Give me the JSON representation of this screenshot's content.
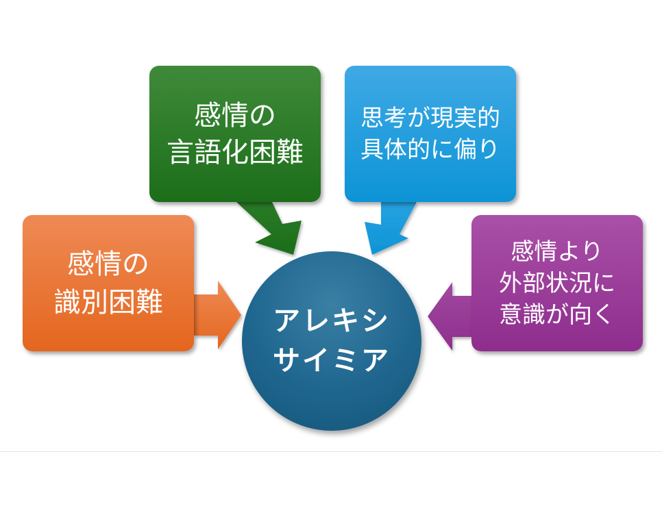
{
  "center": {
    "label": "アレキシ\nサイミア",
    "color": "#1f668f"
  },
  "boxes": {
    "orange": {
      "label": "感情の\n識別困難",
      "color": "#e4661e"
    },
    "green": {
      "label": "感情の\n言語化困難",
      "color": "#1c6e1a"
    },
    "blue": {
      "label": "思考が現実的\n具体的に偏り",
      "color": "#0d94d6"
    },
    "purple": {
      "label": "感情より\n外部状況に\n意識が向く",
      "color": "#8e2d8d"
    }
  }
}
